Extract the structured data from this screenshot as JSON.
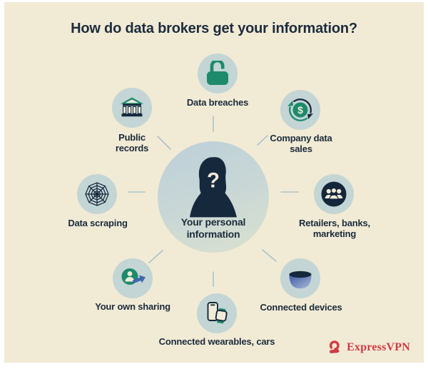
{
  "title": "How do data brokers get your information?",
  "center": {
    "label": "Your personal\ninformation",
    "question_mark": "?"
  },
  "nodes": [
    {
      "id": "data-breaches",
      "label": "Data breaches",
      "icon": "unlocked-padlock-icon"
    },
    {
      "id": "company-data-sales",
      "label": "Company data\nsales",
      "icon": "dollar-cycle-icon",
      "symbol": "$"
    },
    {
      "id": "retailers-banks-marketing",
      "label": "Retailers, banks,\nmarketing",
      "icon": "people-group-icon"
    },
    {
      "id": "connected-devices",
      "label": "Connected devices",
      "icon": "smart-speaker-icon"
    },
    {
      "id": "connected-wearables-cars",
      "label": "Connected wearables, cars",
      "icon": "phone-and-watch-icon"
    },
    {
      "id": "your-own-sharing",
      "label": "Your own sharing",
      "icon": "person-share-arrow-icon"
    },
    {
      "id": "data-scraping",
      "label": "Data scraping",
      "icon": "spider-web-icon"
    },
    {
      "id": "public-records",
      "label": "Public\nrecords",
      "icon": "bank-building-icon"
    }
  ],
  "footer": {
    "brand": "ExpressVPN"
  },
  "colors": {
    "background": "#f1ead5",
    "ink_navy": "#1c2c3c",
    "accent_green": "#1d8a6b",
    "accent_blue": "#4166ae",
    "brand_red": "#d23b43",
    "bubble_blue": "#c3d5d5",
    "connector_line": "#aac4cc"
  }
}
